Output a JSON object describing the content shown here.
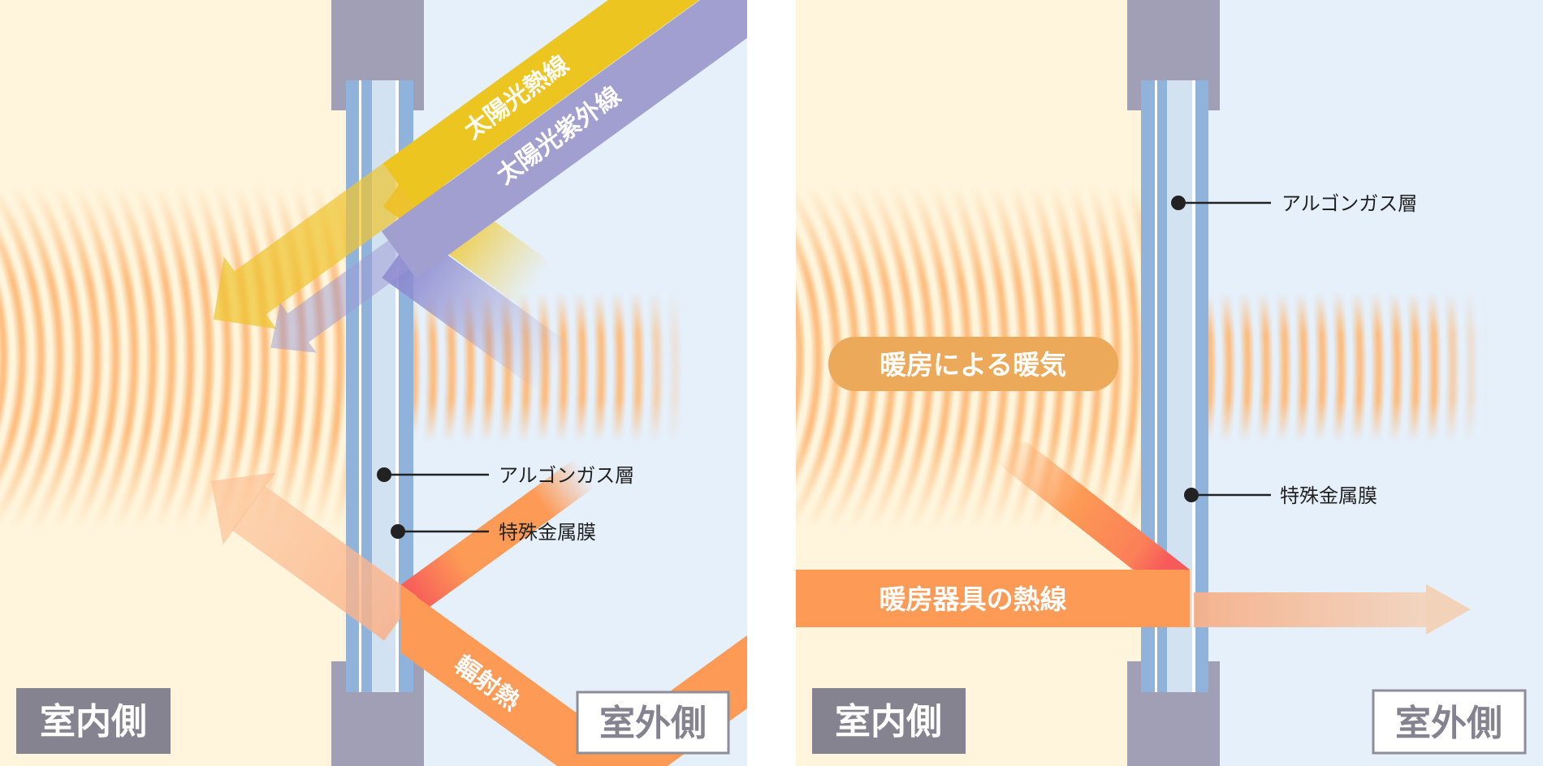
{
  "left_panel": {
    "indoor_label": "室内側",
    "outdoor_label": "室外側",
    "solar_heat_label": "太陽光熱線",
    "solar_uv_label": "太陽光紫外線",
    "radiant_heat_label": "輻射熱",
    "argon_label": "アルゴンガス層",
    "metal_film_label": "特殊金属膜"
  },
  "right_panel": {
    "indoor_label": "室内側",
    "outdoor_label": "室外側",
    "heating_warmth_label": "暖房による暖気",
    "heater_rays_label": "暖房器具の熱線",
    "argon_label": "アルゴンガス層",
    "metal_film_label": "特殊金属膜"
  },
  "colors": {
    "indoor_bg": "#fef5dc",
    "outdoor_bg": "#e5f0fa",
    "frame": "#a09fb5",
    "glass": "#8fb3db",
    "argon": "#d3e2f1",
    "solar_heat": "#edc520",
    "solar_uv": "#a09fd0",
    "radiant": "#fd9a55",
    "label_box": "#84838f"
  }
}
